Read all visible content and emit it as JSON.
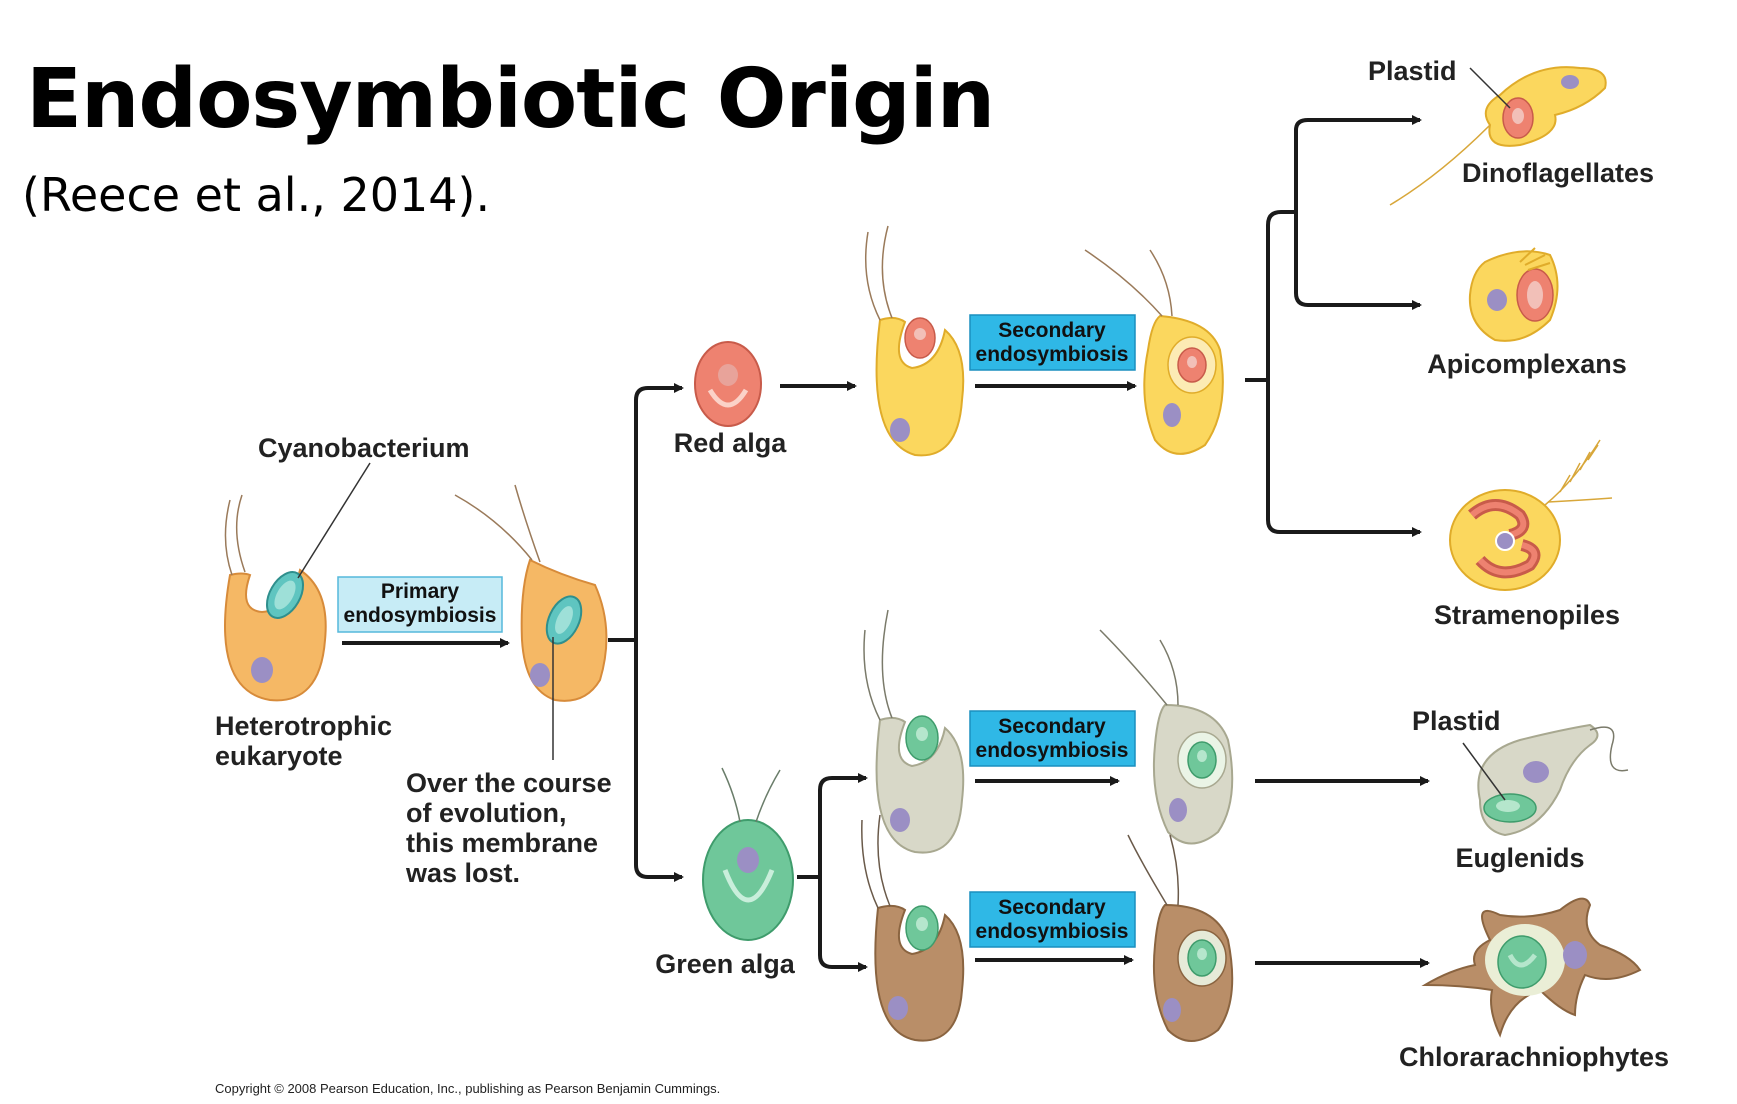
{
  "title": "Endosymbiotic Origin",
  "subtitle": "(Reece et al., 2014).",
  "labels": {
    "cyanobacterium": "Cyanobacterium",
    "hetero_line1": "Heterotrophic",
    "hetero_line2": "eukaryote",
    "note_line1": "Over the course",
    "note_line2": "of evolution,",
    "note_line3": "this membrane",
    "note_line4": "was lost.",
    "red_alga": "Red alga",
    "green_alga": "Green alga",
    "plastid": "Plastid",
    "dinoflagellates": "Dinoflagellates",
    "apicomplexans": "Apicomplexans",
    "stramenopiles": "Stramenopiles",
    "euglenids": "Euglenids",
    "chlorarachniophytes": "Chlorarachniophytes"
  },
  "process_boxes": {
    "primary_line1": "Primary",
    "primary_line2": "endosymbiosis",
    "secondary_line1": "Secondary",
    "secondary_line2": "endosymbiosis"
  },
  "copyright": "Copyright © 2008 Pearson Education, Inc., publishing as Pearson Benjamin Cummings.",
  "colors": {
    "host_orange": "#f5b865",
    "host_yellow": "#fbd75e",
    "host_gray": "#d8d8c8",
    "host_brown": "#b98e68",
    "red_alga": "#ee8270",
    "green_alga": "#6fc79a",
    "cyanobacterium": "#5fc5c0",
    "nucleus": "#9b8fc4",
    "box_light": "#c7ecf6",
    "box_dark": "#2fb8e6",
    "arrow": "#1a1a1a"
  }
}
